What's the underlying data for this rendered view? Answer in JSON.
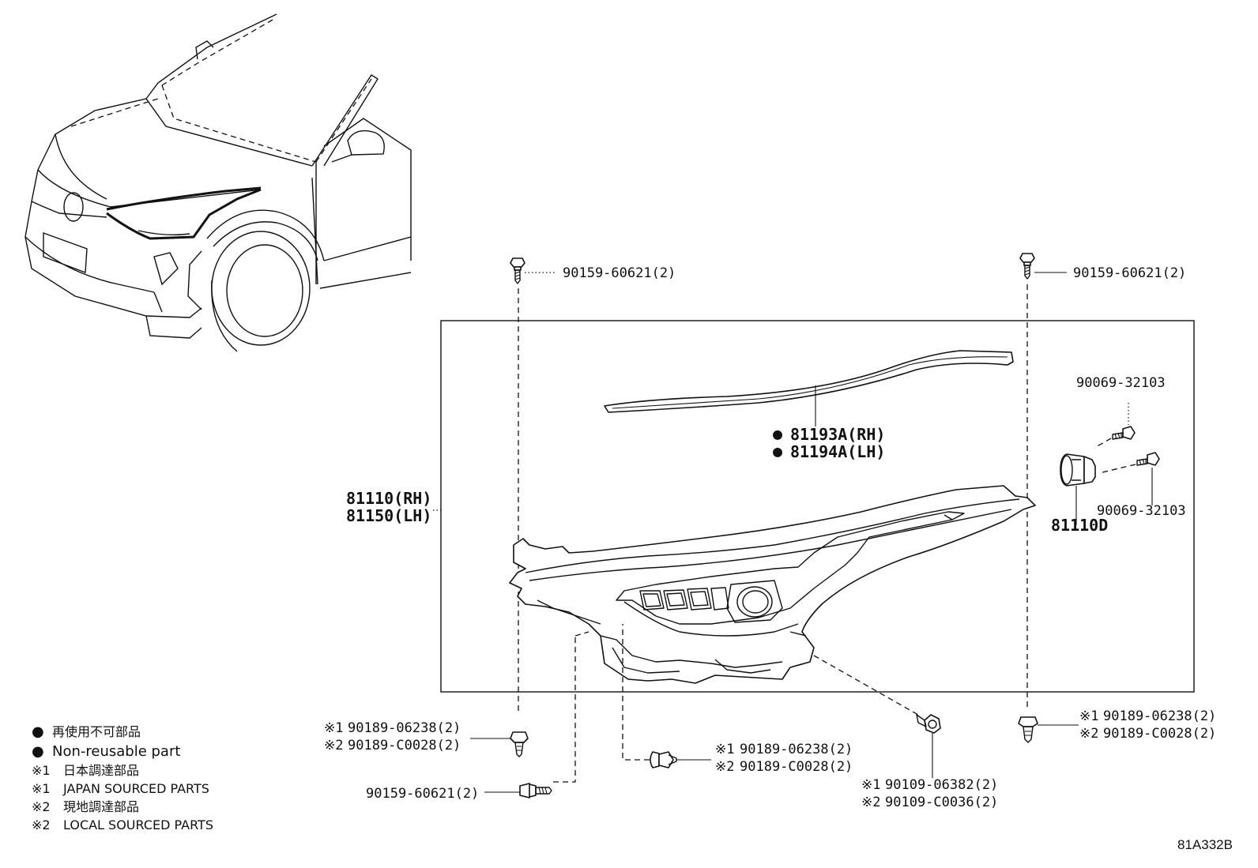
{
  "callouts": {
    "bolt_top_left": "90159-60621(2)",
    "bolt_top_right": "90159-60621(2)",
    "trim_strip_rh": "81193A(RH)",
    "trim_strip_lh": "81194A(LH)",
    "headlamp_rh": "81110(RH)",
    "headlamp_lh": "81150(LH)",
    "screw_upper": "90069-32103",
    "screw_lower": "90069-32103",
    "socket": "81110D",
    "clip_left_j": "90189-06238(2)",
    "clip_left_l": "90189-C0028(2)",
    "bolt_bottom_left": "90159-60621(2)",
    "clip_mid_j": "90189-06238(2)",
    "clip_mid_l": "90189-C0028(2)",
    "bolt_mid_j": "90109-06382(2)",
    "bolt_mid_l": "90109-C0036(2)",
    "clip_right_j": "90189-06238(2)",
    "clip_right_l": "90189-C0028(2)"
  },
  "marks": {
    "japan": "※1",
    "local": "※2",
    "dot": "●"
  },
  "legend": {
    "non_reusable_jp": "再使用不可部品",
    "non_reusable_en": "Non-reusable part",
    "japan_jp": "日本調達部品",
    "japan_en": "JAPAN SOURCED PARTS",
    "local_jp": "現地調達部品",
    "local_en": "LOCAL SOURCED PARTS"
  },
  "figure_code": "81A332B"
}
